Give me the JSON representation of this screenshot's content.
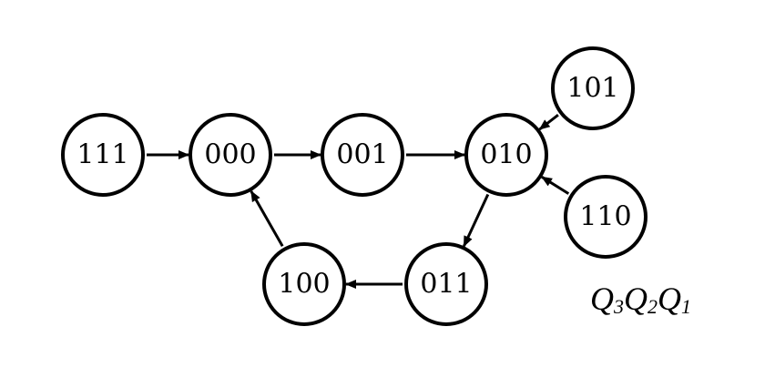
{
  "diagram": {
    "states": [
      {
        "id": "s111",
        "label": "111"
      },
      {
        "id": "s000",
        "label": "000"
      },
      {
        "id": "s001",
        "label": "001"
      },
      {
        "id": "s010",
        "label": "010"
      },
      {
        "id": "s101",
        "label": "101"
      },
      {
        "id": "s110",
        "label": "110"
      },
      {
        "id": "s011",
        "label": "011"
      },
      {
        "id": "s100",
        "label": "100"
      }
    ],
    "transitions": [
      {
        "from": "111",
        "to": "000"
      },
      {
        "from": "000",
        "to": "001"
      },
      {
        "from": "001",
        "to": "010"
      },
      {
        "from": "101",
        "to": "010"
      },
      {
        "from": "110",
        "to": "010"
      },
      {
        "from": "010",
        "to": "011"
      },
      {
        "from": "011",
        "to": "100"
      },
      {
        "from": "100",
        "to": "000"
      }
    ],
    "variables_label": {
      "q3": "Q",
      "sub3": "3",
      "q2": "Q",
      "sub2": "2",
      "q1": "Q",
      "sub1": "1"
    }
  }
}
